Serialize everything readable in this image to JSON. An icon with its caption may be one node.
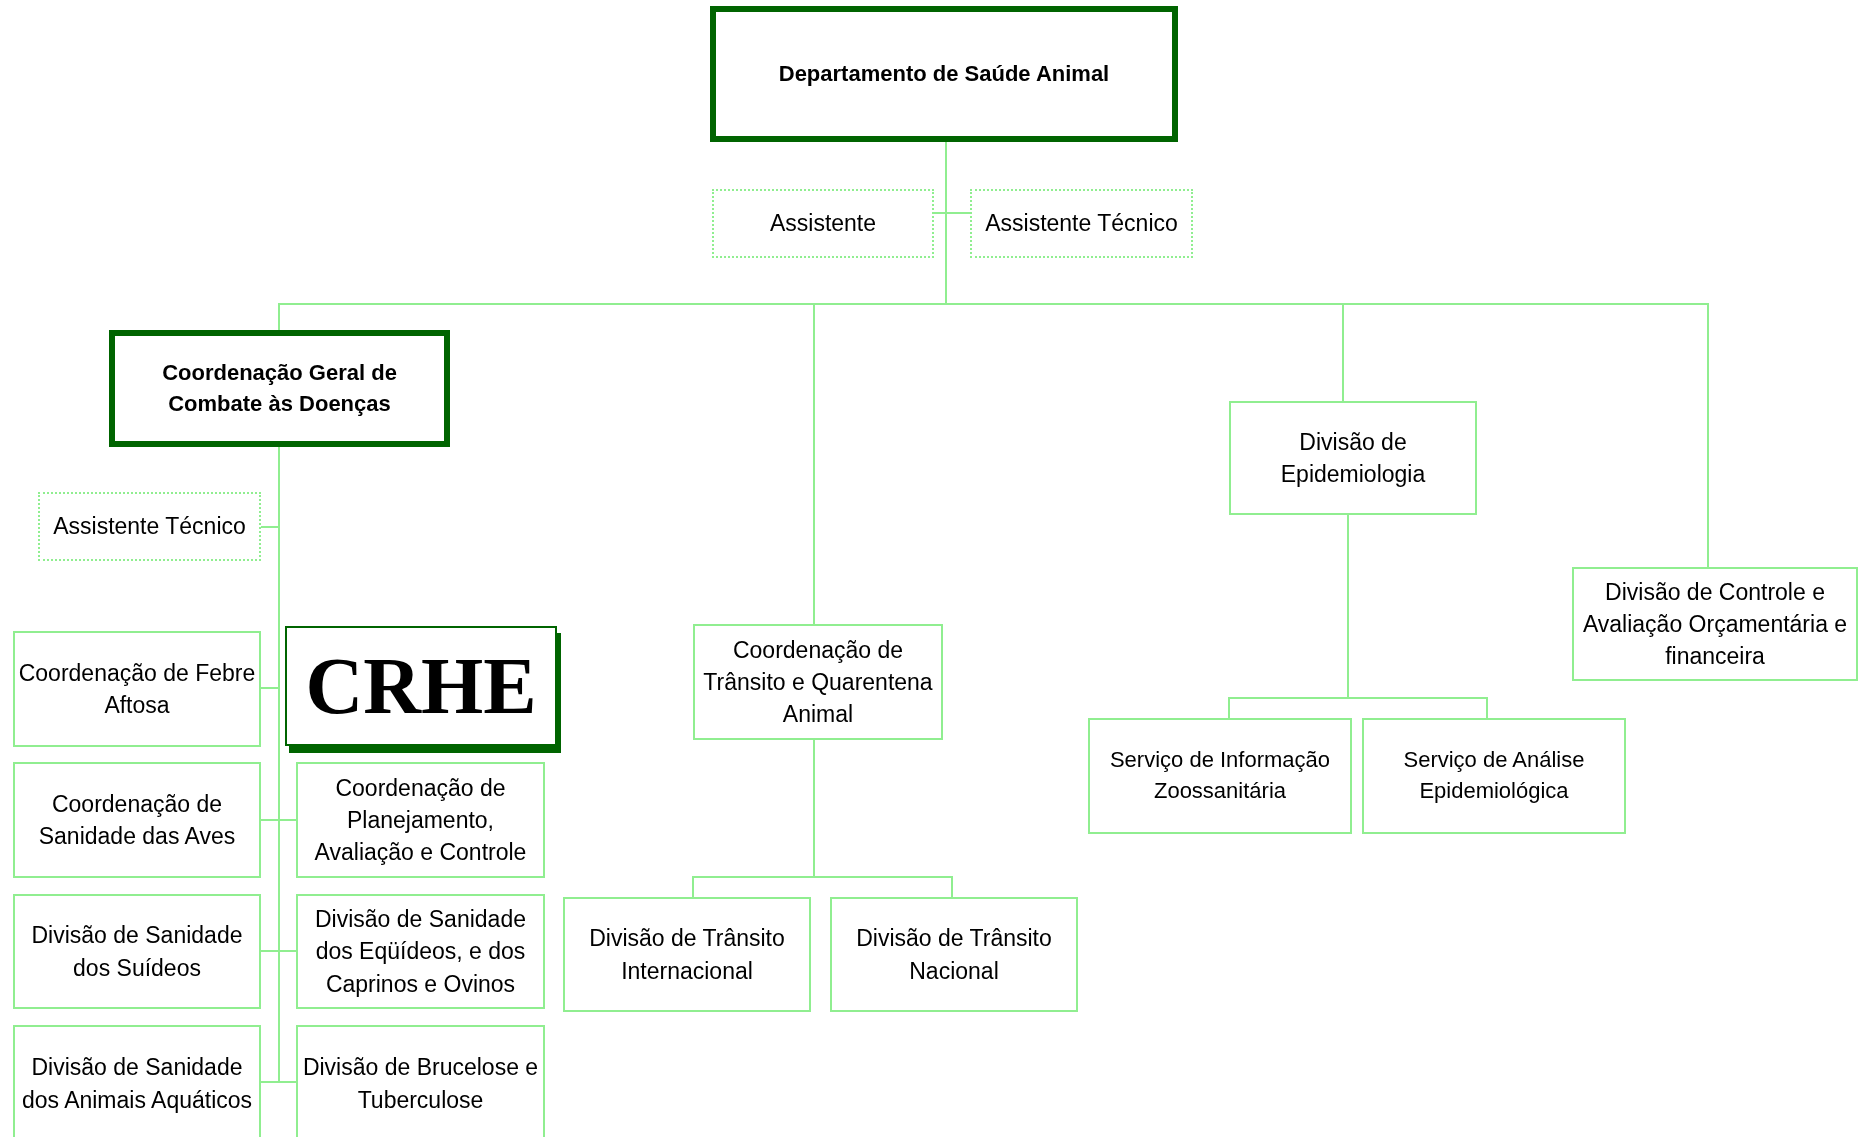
{
  "diagram": {
    "nodes": [
      {
        "text": [
          "Departamento de Saúde Animal"
        ]
      },
      {
        "text": [
          "Assistente"
        ]
      },
      {
        "text": [
          "Assistente Técnico"
        ]
      },
      {
        "text": [
          "Coordenação Geral de Combate às Doenças"
        ]
      },
      {
        "text": [
          "Divisão de Epidemiologia"
        ]
      },
      {
        "text": [
          "Assistente Técnico"
        ]
      },
      {
        "text": [
          "Divisão de Controle e Avaliação Orçamentária e financeira"
        ]
      },
      {
        "text": [
          "Coordenação de Febre Aftosa"
        ]
      },
      {
        "text": [
          "CRHE"
        ]
      },
      {
        "text": [
          "Coordenação de Trânsito e Quarentena Animal"
        ]
      },
      {
        "text": [
          "Serviço de Informação Zoossanitária"
        ]
      },
      {
        "text": [
          "Serviço de Análise Epidemiológica"
        ]
      },
      {
        "text": [
          "Coordenação de Sanidade das Aves"
        ]
      },
      {
        "text": [
          "Coordenação de Planejamento, Avaliação e Controle"
        ]
      },
      {
        "text": [
          "Divisão de Trânsito Internacional"
        ]
      },
      {
        "text": [
          "Divisão de Trânsito Nacional"
        ]
      },
      {
        "text": [
          "Divisão de Sanidade dos Suídeos"
        ]
      },
      {
        "text": [
          "Divisão de Sanidade dos Eqüídeos, e dos Caprinos e Ovinos"
        ]
      },
      {
        "text": [
          "Divisão de Sanidade dos Animais Aquáticos"
        ]
      },
      {
        "text": [
          "Divisão de Brucelose e Tuberculose"
        ]
      }
    ],
    "edges": [
      {
        "from": 0,
        "to": 1,
        "arrow": "none"
      },
      {
        "from": 0,
        "to": 2,
        "arrow": "none"
      },
      {
        "from": 0,
        "to": 3,
        "arrow": "none"
      },
      {
        "from": 0,
        "to": 9,
        "arrow": "none"
      },
      {
        "from": 0,
        "to": 4,
        "arrow": "none"
      },
      {
        "from": 0,
        "to": 6,
        "arrow": "none"
      },
      {
        "from": 3,
        "to": 5,
        "arrow": "none"
      },
      {
        "from": 3,
        "to": 7,
        "arrow": "none"
      },
      {
        "from": 3,
        "to": 12,
        "arrow": "none"
      },
      {
        "from": 3,
        "to": 13,
        "arrow": "none"
      },
      {
        "from": 3,
        "to": 16,
        "arrow": "none"
      },
      {
        "from": 3,
        "to": 17,
        "arrow": "none"
      },
      {
        "from": 3,
        "to": 18,
        "arrow": "none"
      },
      {
        "from": 3,
        "to": 19,
        "arrow": "none"
      },
      {
        "from": 9,
        "to": 14,
        "arrow": "none"
      },
      {
        "from": 9,
        "to": 15,
        "arrow": "none"
      },
      {
        "from": 4,
        "to": 10,
        "arrow": "none"
      },
      {
        "from": 4,
        "to": 11,
        "arrow": "none"
      }
    ]
  }
}
